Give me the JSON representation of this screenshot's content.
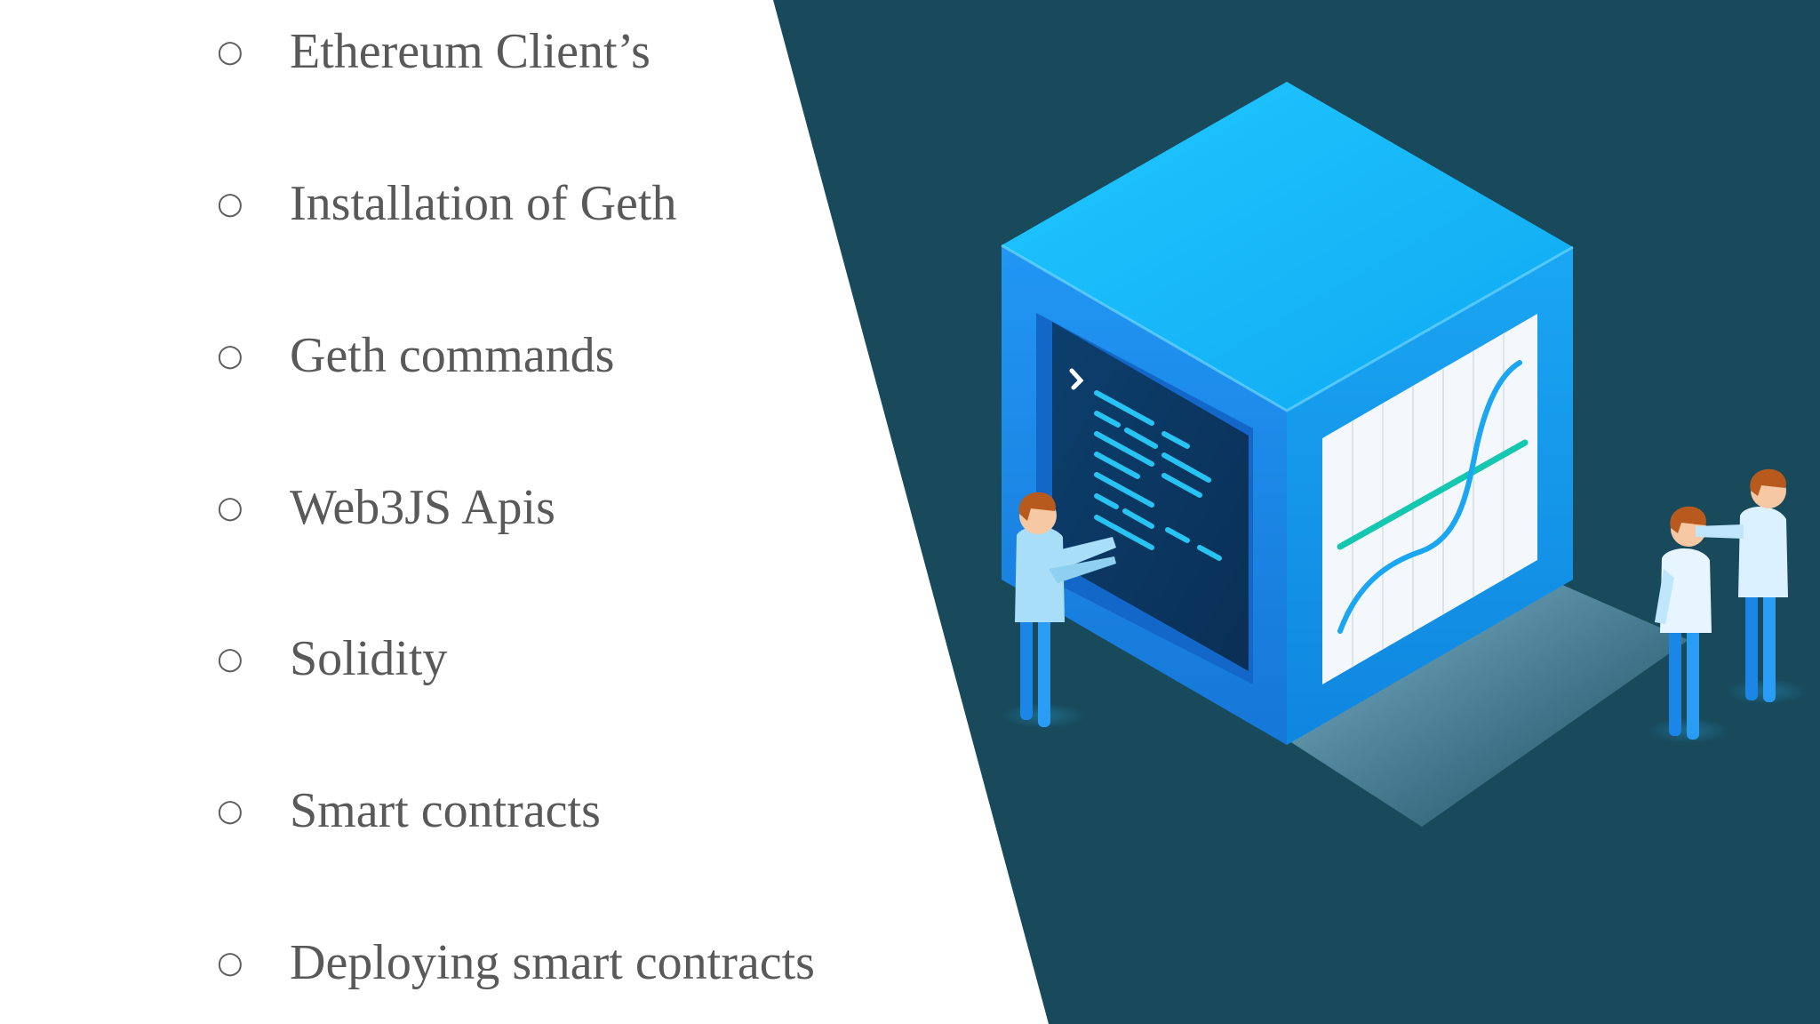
{
  "slide": {
    "bullet_marker": "○",
    "bullets": [
      "Ethereum Client’s",
      "Installation of Geth",
      "Geth commands",
      "Web3JS Apis",
      "Solidity",
      "Smart contracts",
      "Deploying smart contracts"
    ]
  },
  "illustration": {
    "subject": "blockchain-cube-with-people",
    "colors": {
      "background": "#184a5c",
      "cube_light": "#1ab2f0",
      "cube_dark": "#1789e0",
      "screen_dark": "#0b3a66",
      "chart_line": "#12c7b0"
    }
  }
}
